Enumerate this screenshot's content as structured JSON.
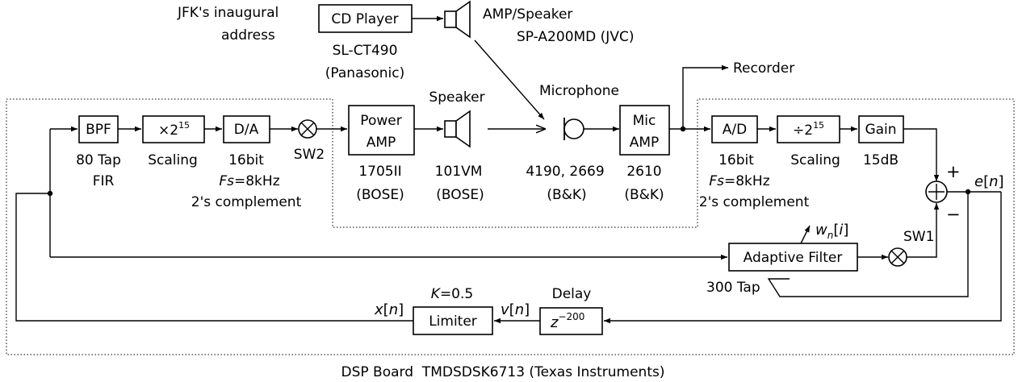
{
  "source": {
    "label_line1": "JFK's inaugural",
    "label_line2": "address"
  },
  "cd_player": {
    "label": "CD Player",
    "model": "SL-CT490",
    "maker": "(Panasonic)"
  },
  "amp_speaker": {
    "label": "AMP/Speaker",
    "model": "SP-A200MD (JVC)"
  },
  "recorder": {
    "label": "Recorder"
  },
  "microphone": {
    "label": "Microphone",
    "model": "4190, 2669",
    "maker": "(B&K)"
  },
  "top_speaker": {
    "label": "Speaker"
  },
  "bpf": {
    "label": "BPF",
    "note_line1": "80 Tap",
    "note_line2": "FIR"
  },
  "scaling_in": {
    "label_prefix": "×2",
    "exponent": "15",
    "note": "Scaling"
  },
  "da": {
    "label": "D/A",
    "note_line1": "16bit",
    "fs_italic": "Fs",
    "fs_value": "=8kHz",
    "note_line3": "2's complement"
  },
  "sw2": {
    "label": "SW2"
  },
  "power_amp": {
    "label_line1": "Power",
    "label_line2": "AMP",
    "model": "1705II",
    "maker": "(BOSE)"
  },
  "speaker_101": {
    "model": "101VM",
    "maker": "(BOSE)"
  },
  "mic_amp": {
    "label_line1": "Mic",
    "label_line2": "AMP",
    "model": "2610",
    "maker": "(B&K)"
  },
  "ad": {
    "label": "A/D",
    "note_line1": "16bit",
    "fs_italic": "Fs",
    "fs_value": "=8kHz",
    "note_line3": "2's complement"
  },
  "scaling_out": {
    "label_prefix": "÷2",
    "exponent": "15",
    "note": "Scaling"
  },
  "gain": {
    "label": "Gain",
    "note": "15dB"
  },
  "summer": {
    "plus": "+",
    "minus": "−"
  },
  "error_signal": {
    "sym": "e",
    "idx": "n"
  },
  "weights": {
    "sym": "w",
    "sub": "n",
    "idx": "i"
  },
  "sw1": {
    "label": "SW1"
  },
  "adaptive_filter": {
    "label": "Adaptive Filter",
    "note": "300 Tap"
  },
  "delay": {
    "label": "Delay",
    "base": "z",
    "exponent": "−200"
  },
  "limiter": {
    "label": "Limiter",
    "k_italic": "K",
    "k_value": "=0.5"
  },
  "x_signal": {
    "sym": "x",
    "idx": "n"
  },
  "v_signal": {
    "sym": "v",
    "idx": "n"
  },
  "board": {
    "label": "DSP Board  TMDSDSK6713 (Texas Instruments)"
  }
}
